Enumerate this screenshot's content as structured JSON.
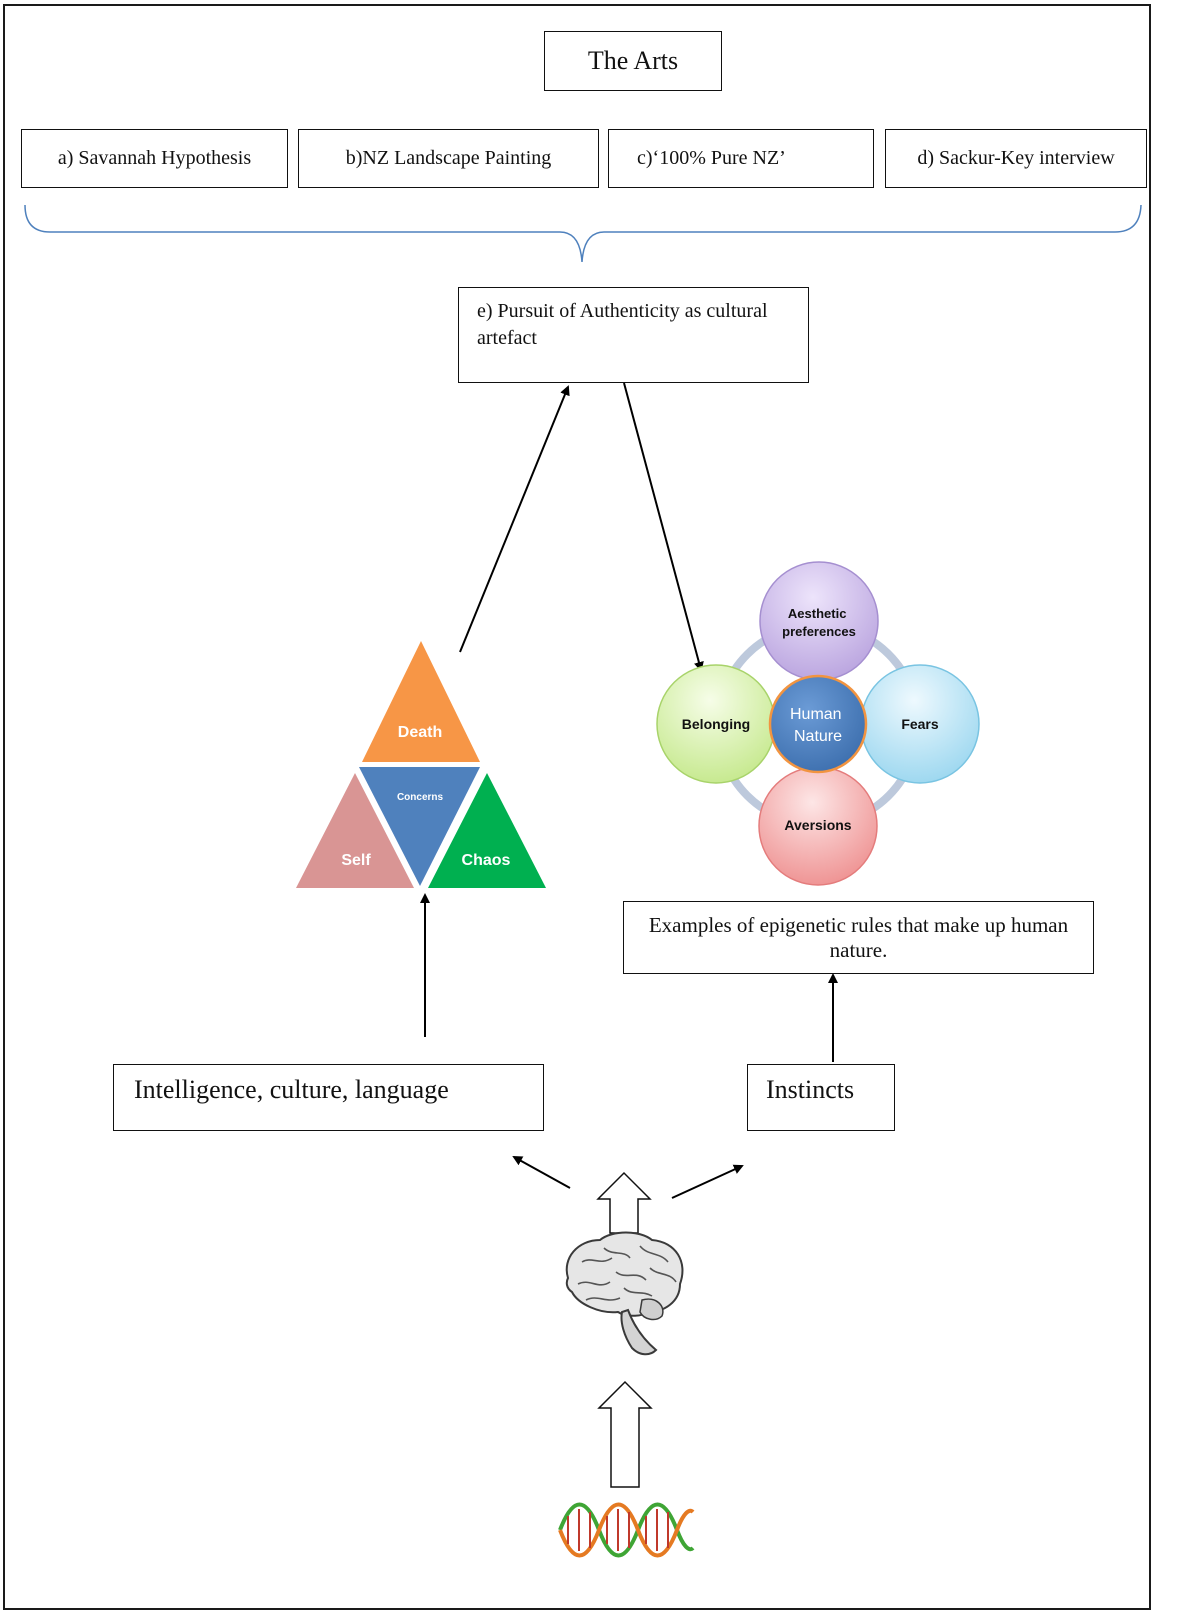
{
  "title": "The Arts",
  "arts_items": [
    "a) Savannah Hypothesis",
    "b)NZ Landscape Painting",
    "c)‘100% Pure NZ’",
    "d) Sackur-Key interview"
  ],
  "pursuit": "e) Pursuit of Authenticity   as cultural artefact",
  "concerns_triangle": {
    "top": "Death",
    "center": "Concerns",
    "left": "Self",
    "right": "Chaos"
  },
  "human_nature": {
    "center": "Human Nature",
    "top": "Aesthetic preferences",
    "left": "Belonging",
    "right": "Fears",
    "bottom": "Aversions"
  },
  "epigenetic_caption": "Examples of epigenetic rules that make up human nature.",
  "intelligence": "Intelligence, culture, language",
  "instincts": "Instincts",
  "icons": {
    "brain": "brain-icon",
    "dna": "dna-icon"
  },
  "colors": {
    "death": "#f79646",
    "concerns": "#4f81bd",
    "self": "#d99594",
    "chaos": "#00b050",
    "human_nature": "#4a7ebf",
    "aesthetic": "#c5b3e6",
    "belonging": "#d7f0a8",
    "fears": "#b9e4f5",
    "aversions": "#f4a9a9",
    "brace": "#4f81bd"
  }
}
